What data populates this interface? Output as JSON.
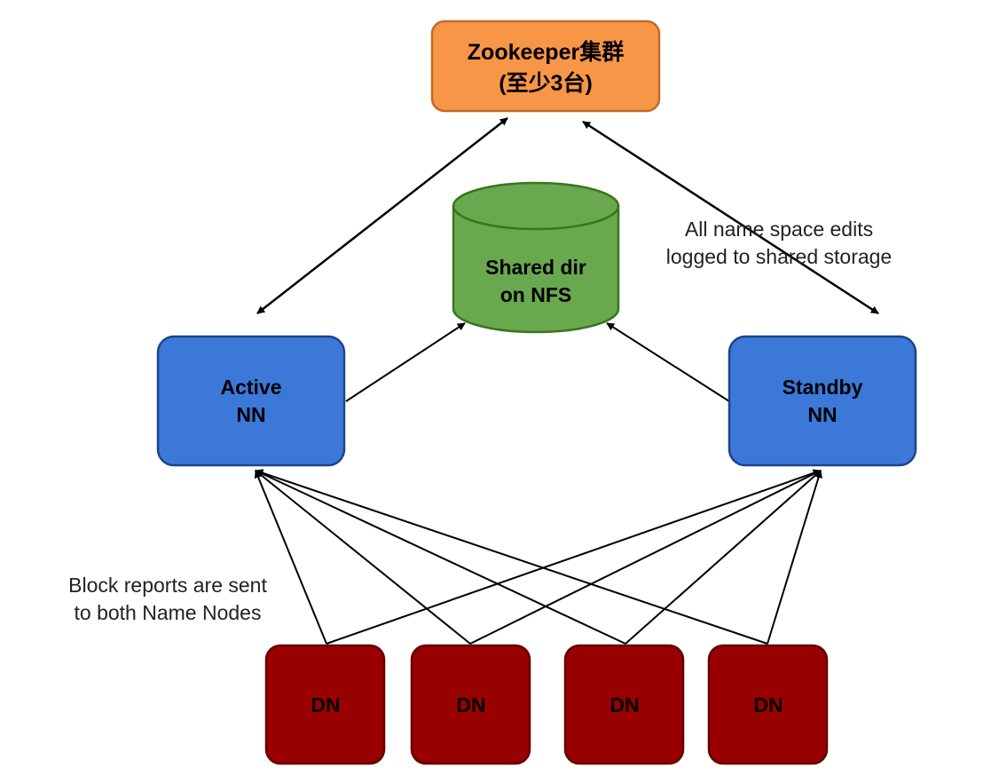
{
  "zookeeper": {
    "line1": "Zookeeper集群",
    "line2": "(至少3台)",
    "fill": "#F79646",
    "stroke": "#C0692A"
  },
  "shared_storage": {
    "line1": "Shared dir",
    "line2": "on NFS",
    "fill": "#6AA84F",
    "stroke": "#38761D"
  },
  "active_nn": {
    "line1": "Active",
    "line2": "NN"
  },
  "standby_nn": {
    "line1": "Standby",
    "line2": "NN"
  },
  "namenode_style": {
    "fill": "#3C78D8",
    "stroke": "#1C4587"
  },
  "datanodes": [
    {
      "label": "DN"
    },
    {
      "label": "DN"
    },
    {
      "label": "DN"
    },
    {
      "label": "DN"
    }
  ],
  "datanode_style": {
    "fill": "#990000",
    "stroke": "#660000"
  },
  "notes": {
    "edits_line1": "All name space edits",
    "edits_line2": "logged to shared storage",
    "reports_line1": "Block reports are sent",
    "reports_line2": "to both Name Nodes"
  },
  "edge_color": "#000000"
}
